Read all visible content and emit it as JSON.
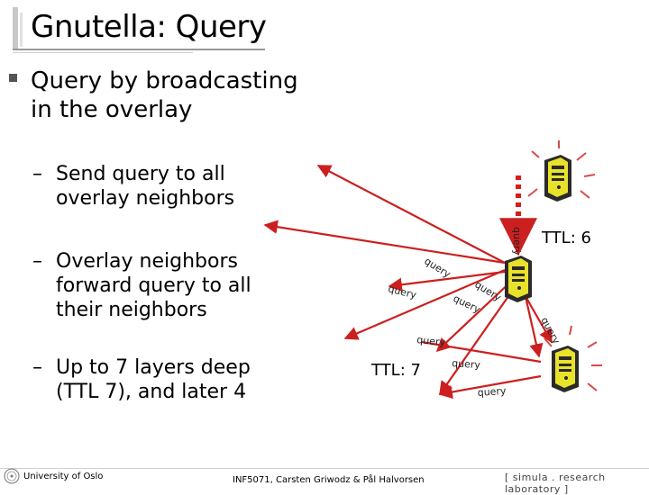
{
  "slide": {
    "title": "Gnutella: Query",
    "main_bullet": "Query by broadcasting in the overlay",
    "sub_bullets": [
      {
        "dash": "–",
        "text": "Send query to all overlay neighbors"
      },
      {
        "dash": "–",
        "text": "Overlay neighbors forward query to all their neighbors"
      },
      {
        "dash": "–",
        "text": "Up to 7 layers deep (TTL 7), and later 4"
      }
    ]
  },
  "diagram": {
    "ttl_labels": [
      "TTL: 6",
      "TTL: 7"
    ],
    "edge_label": "query",
    "colors": {
      "edge": "#cc1f1f",
      "dashed_edge": "#d81b1b",
      "peer_body": "#e8e22a",
      "peer_dark": "#2a2a2a",
      "peer_glow": "#d84a4a"
    }
  },
  "footer": {
    "university": "University of Oslo",
    "course": "INF5071, Carsten Griwodz & Pål Halvorsen",
    "lab": "[ simula . research laboratory ]"
  }
}
